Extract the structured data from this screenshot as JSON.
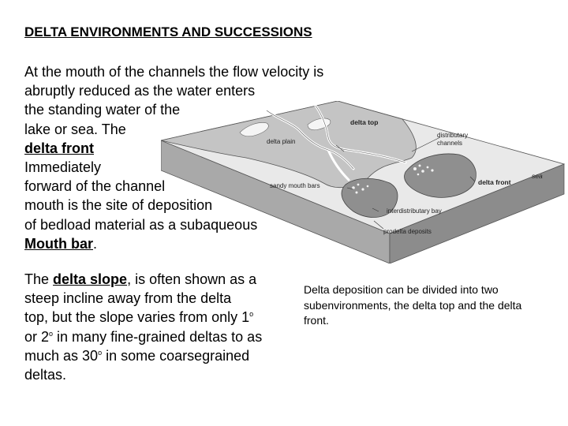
{
  "heading": "DELTA ENVIRONMENTS AND SUCCESSIONS",
  "paragraph1": {
    "l1": "At the mouth of the channels the flow velocity is",
    "l2": "abruptly reduced as the water enters",
    "l3": "the standing water of the",
    "l4": "lake or sea. The",
    "l5": "delta front",
    "l6": "Immediately",
    "l7": "forward of the channel",
    "l8": "mouth is the site of deposition",
    "l9": "of bedload material as a subaqueous",
    "l10_term": "Mouth bar",
    "l10_end": "."
  },
  "paragraph2": {
    "l1_pre": "The ",
    "l1_term": "delta slope",
    "l1_post": ", is often shown as a",
    "l2": "steep incline away from the delta",
    "l3_pre": "top, but the slope varies from only 1",
    "degree_mark": "o",
    "l4_pre": "or 2",
    "l4_post": " in many fine-grained deltas to as",
    "l5_pre": "much as 30",
    "l5_post": " in some coarsegrained",
    "l6": "deltas."
  },
  "caption": {
    "l1": "Delta deposition can be divided into two",
    "l2": "subenvironments, the delta top and the delta",
    "l3": "front."
  },
  "diagram": {
    "labels": {
      "delta_top": "delta top",
      "delta_plain": "delta plain",
      "distributary_1": "distributary",
      "distributary_2": "channels",
      "sea": "sea",
      "delta_front": "delta front",
      "sandy_mouth_bars": "sandy mouth bars",
      "interdistributary_bay": "interdistributary bay",
      "prodelta_deposits": "prodelta deposits"
    },
    "colors": {
      "land": "#c4c4c4",
      "sea": "#e9e9e9",
      "side": "#a9a9a9",
      "lobe": "#8f8f8f",
      "lake": "#f5f5f5"
    }
  }
}
